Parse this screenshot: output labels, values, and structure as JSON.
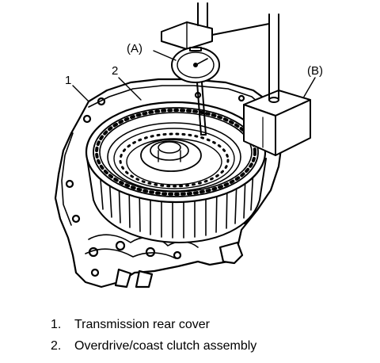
{
  "figure": {
    "callouts": {
      "dial_gauge": "(A)",
      "magnetic_base": "(B)",
      "part_1": "1",
      "part_2": "2"
    }
  },
  "legend": {
    "items": [
      {
        "number": "1.",
        "label": "Transmission rear cover"
      },
      {
        "number": "2.",
        "label": "Overdrive/coast clutch assembly"
      }
    ]
  }
}
